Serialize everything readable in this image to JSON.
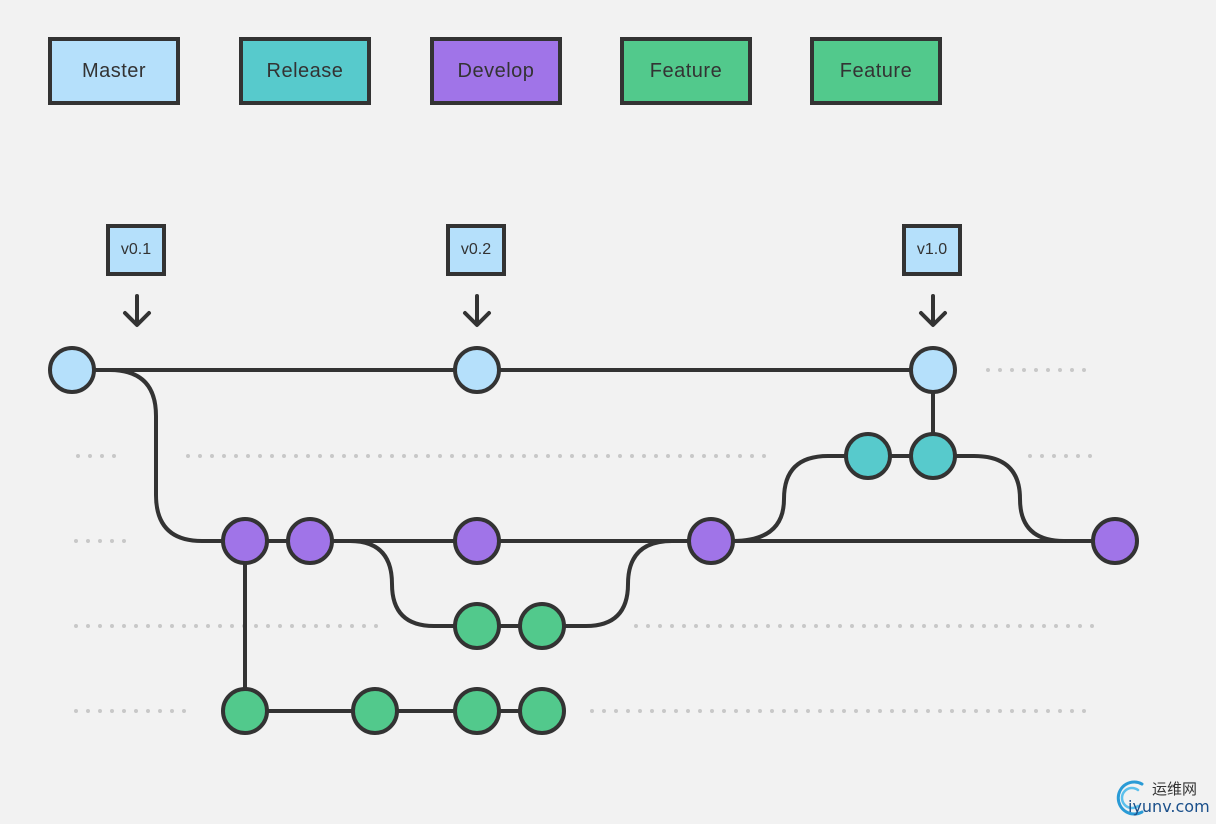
{
  "legend": [
    {
      "label": "Master",
      "color": "#b5e0fb"
    },
    {
      "label": "Release",
      "color": "#57cacc"
    },
    {
      "label": "Develop",
      "color": "#a074e8"
    },
    {
      "label": "Feature",
      "color": "#52c98c"
    },
    {
      "label": "Feature",
      "color": "#52c98c"
    }
  ],
  "tags": [
    "v0.1",
    "v0.2",
    "v1.0"
  ],
  "colors": {
    "master": "#b5e0fb",
    "release": "#57cacc",
    "develop": "#a074e8",
    "feature": "#52c98c",
    "outline": "#333333",
    "dots": "#c8c8c8",
    "background": "#f2f2f2"
  },
  "watermark": {
    "cn": "运维网",
    "en": "iyunv.com"
  }
}
